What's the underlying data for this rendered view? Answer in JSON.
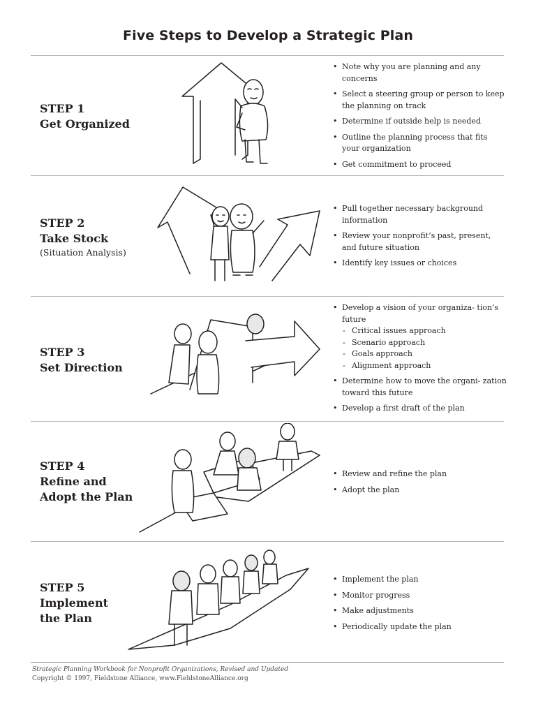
{
  "title": "Five Steps to Develop a Strategic Plan",
  "steps": [
    {
      "label": "STEP 1",
      "name_lines": [
        "Get Organized"
      ],
      "subtitle": "",
      "bullets": [
        "Note why you are planning and any concerns",
        "Select a steering group or person to keep the planning on track",
        "Determine if outside help is needed",
        "Outline the planning process that fits your organization",
        "Get commitment to proceed"
      ]
    },
    {
      "label": "STEP 2",
      "name_lines": [
        "Take Stock"
      ],
      "subtitle": "(Situation Analysis)",
      "bullets": [
        "Pull together necessary background information",
        "Review your nonprofit’s past, present, and future situation",
        "Identify key issues or choices"
      ]
    },
    {
      "label": "STEP 3",
      "name_lines": [
        "Set Direction"
      ],
      "subtitle": "",
      "bullets": [
        "Develop a vision of your organiza- tion’s future",
        "Determine how to move the organi- zation toward this future",
        "Develop a first draft of the plan"
      ],
      "sub_bullets": [
        "Critical issues approach",
        "Scenario approach",
        "Goals approach",
        "Alignment approach"
      ]
    },
    {
      "label": "STEP 4",
      "name_lines": [
        "Refine and",
        "Adopt the Plan"
      ],
      "subtitle": "",
      "bullets": [
        "Review and refine the plan",
        "Adopt the plan"
      ]
    },
    {
      "label": "STEP 5",
      "name_lines": [
        "Implement",
        "the Plan"
      ],
      "subtitle": "",
      "bullets": [
        "Implement the plan",
        "Monitor progress",
        "Make adjustments",
        "Periodically update the plan"
      ]
    }
  ],
  "footer": {
    "source": "Strategic Planning Workbook for Nonprofit Organizations, Revised and Updated",
    "copyright": "Copyright © 1997, Fieldstone Alliance, www.FieldstoneAlliance.org"
  },
  "colors": {
    "text": "#231f20",
    "rule": "#b6b6b6"
  }
}
